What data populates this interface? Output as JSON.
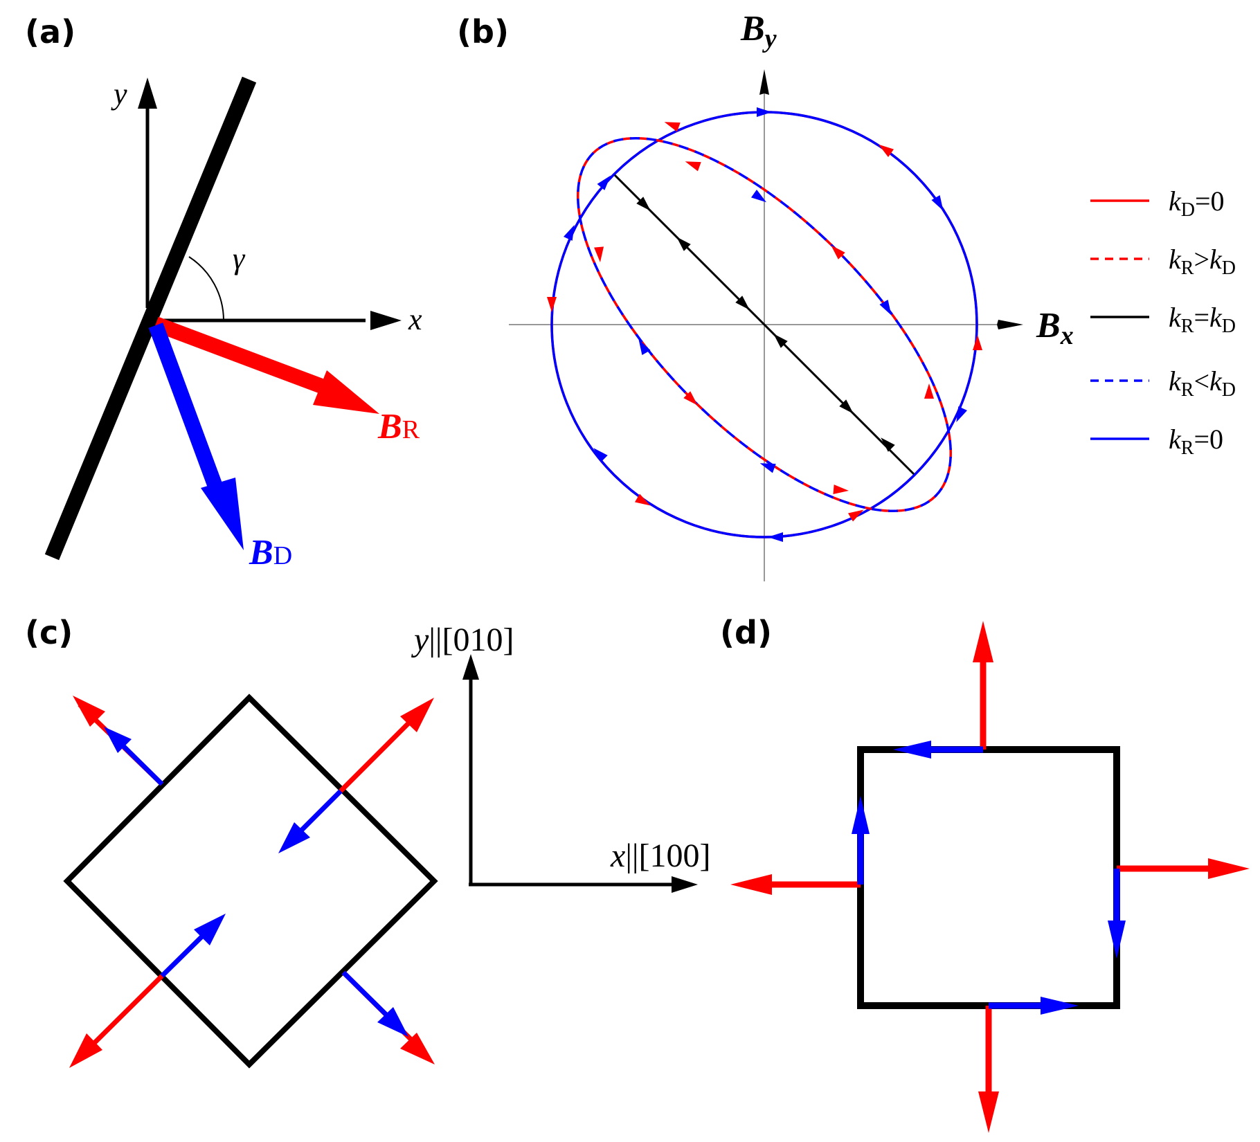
{
  "colors": {
    "rashba": "#ff0000",
    "dresselhaus": "#0000ff",
    "black": "#000000",
    "grid": "#888888"
  },
  "panel_a": {
    "label": "(a)",
    "y_axis": "y",
    "x_axis": "x",
    "angle": "γ",
    "br": {
      "main": "B",
      "sub": "R"
    },
    "bd": {
      "main": "B",
      "sub": "D"
    }
  },
  "panel_b": {
    "label": "(b)",
    "axis_y": {
      "main": "B",
      "sub": "y"
    },
    "axis_x": {
      "main": "B",
      "sub": "x"
    },
    "legend": [
      {
        "style": "solid-red",
        "k1": "k",
        "s1": "D",
        "rel": "=0",
        "k2": "",
        "s2": ""
      },
      {
        "style": "dashed-red",
        "k1": "k",
        "s1": "R",
        "rel": ">",
        "k2": "k",
        "s2": "D"
      },
      {
        "style": "solid-black",
        "k1": "k",
        "s1": "R",
        "rel": "=",
        "k2": "k",
        "s2": "D"
      },
      {
        "style": "dashed-blue",
        "k1": "k",
        "s1": "R",
        "rel": "<",
        "k2": "k",
        "s2": "D"
      },
      {
        "style": "solid-blue",
        "k1": "k",
        "s1": "R",
        "rel": "=0",
        "k2": "",
        "s2": ""
      }
    ]
  },
  "panel_c": {
    "label": "(c)"
  },
  "panel_d": {
    "label": "(d)"
  },
  "crystal_axes": {
    "y": {
      "var": "y",
      "dir": "||[010]"
    },
    "x": {
      "var": "x",
      "dir": "||[100]"
    }
  }
}
